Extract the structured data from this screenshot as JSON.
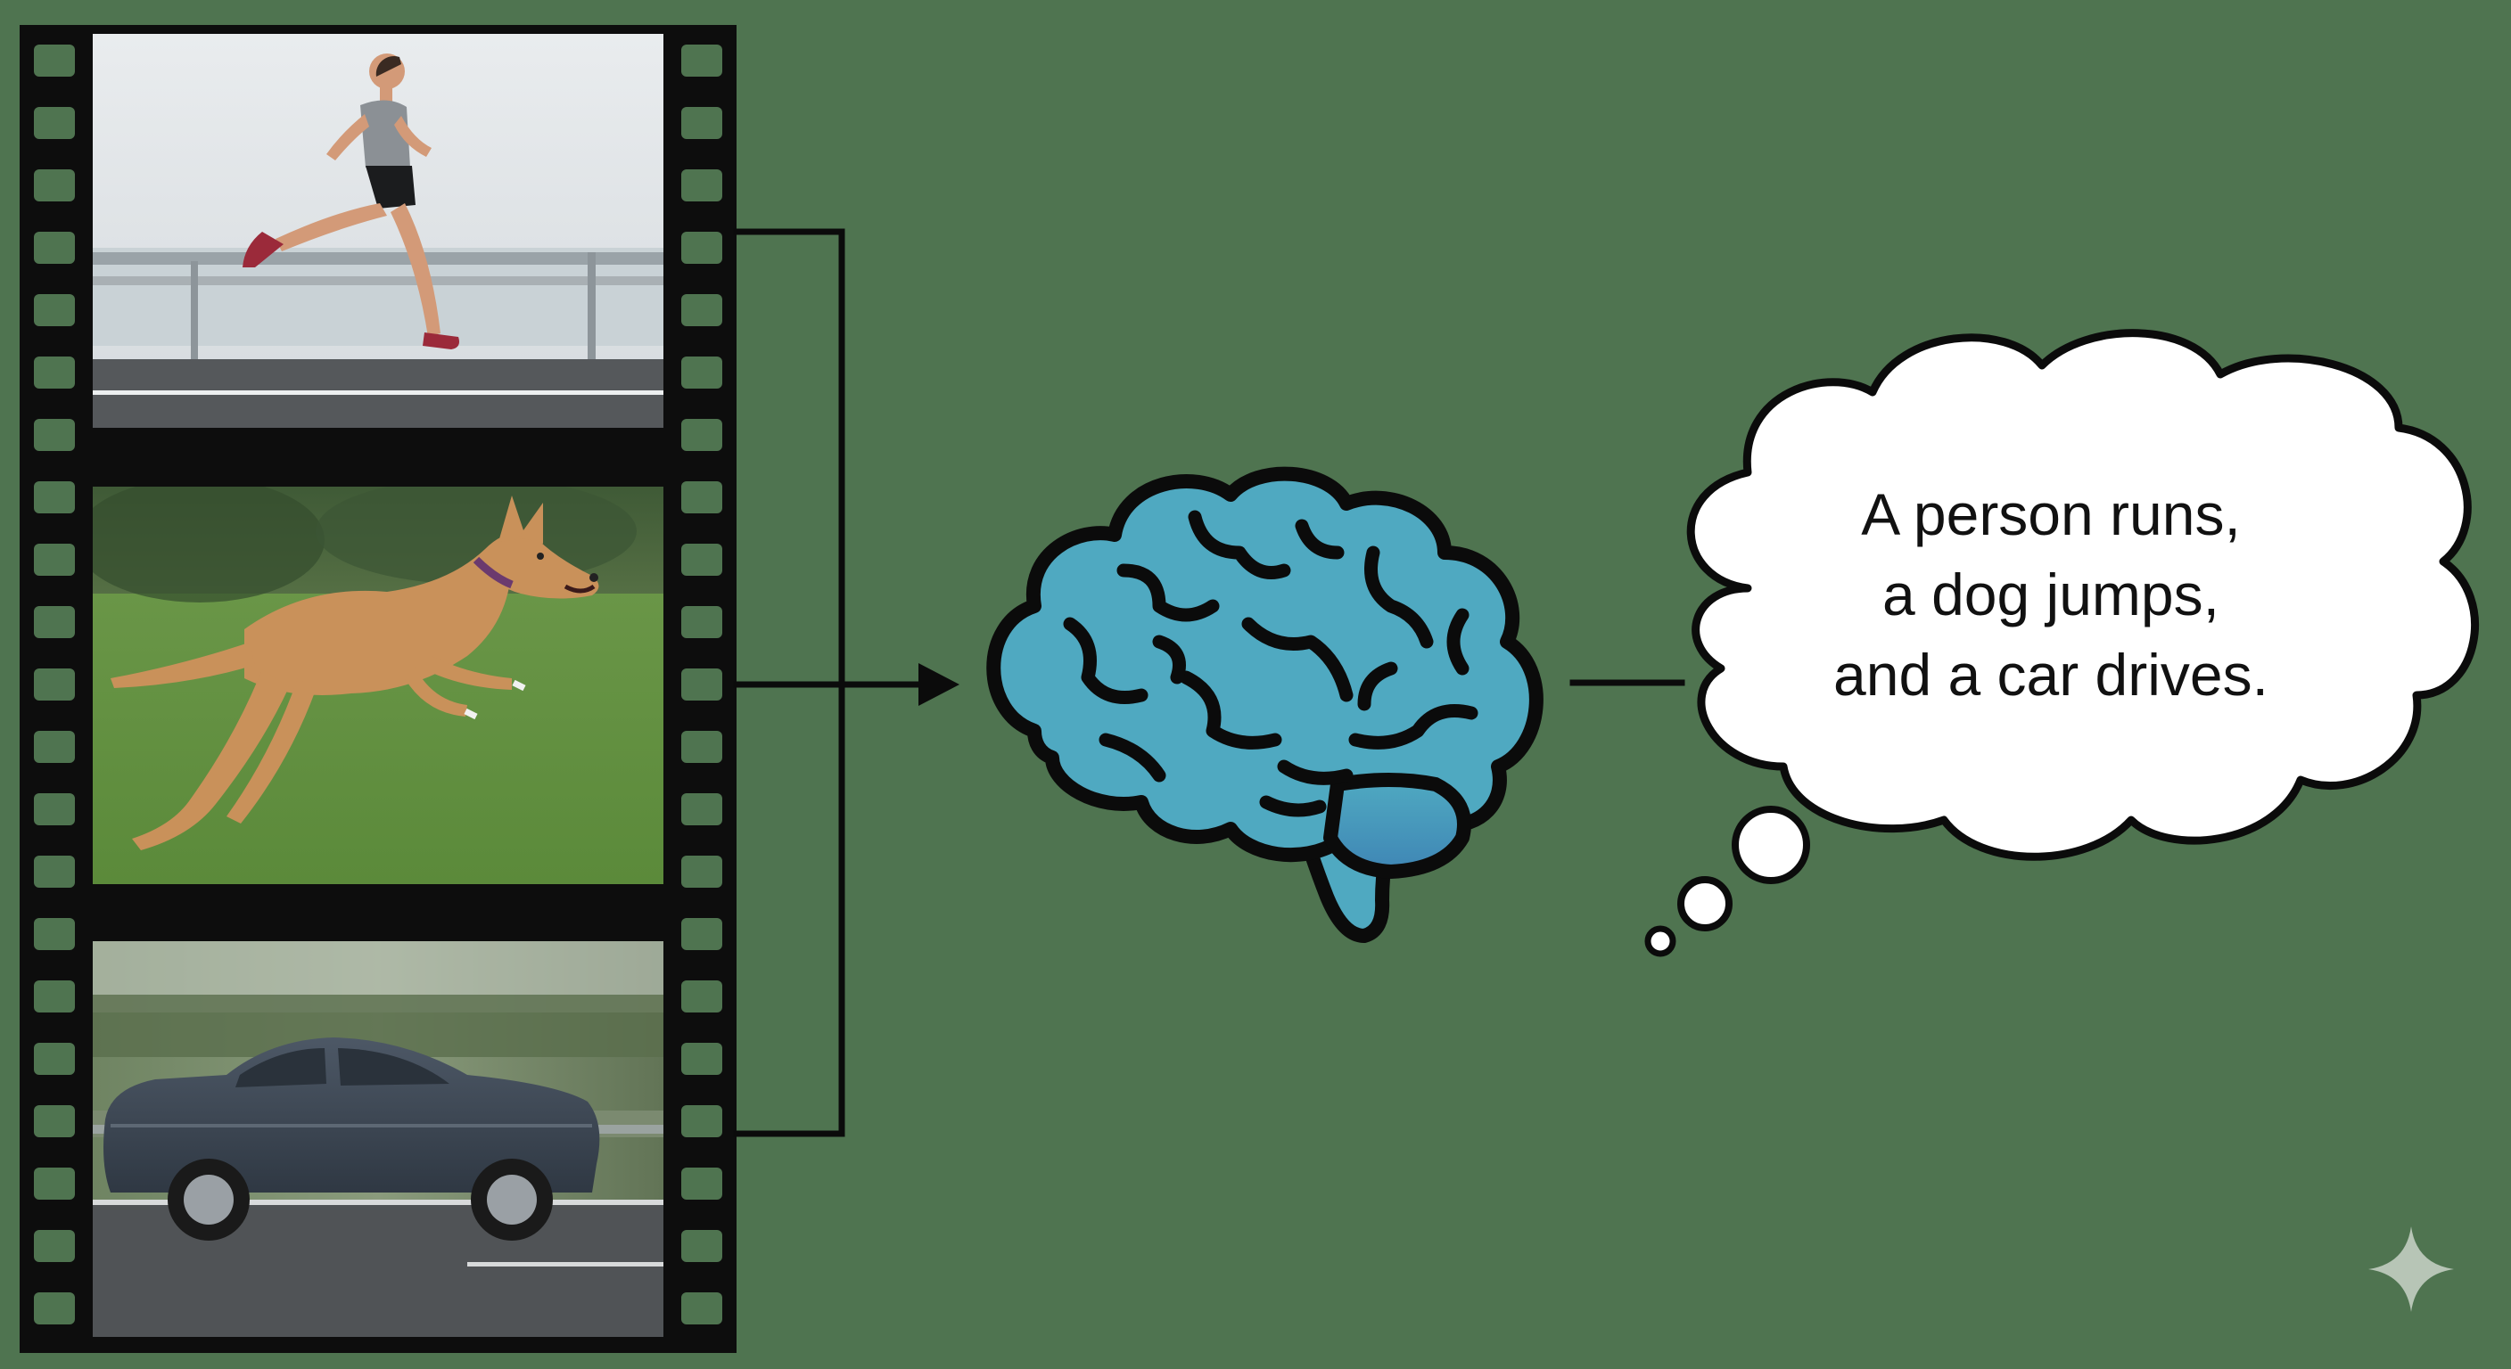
{
  "diagram": {
    "background_color": "#4f7450",
    "film_strip": {
      "frames": [
        {
          "subject": "person-running",
          "icon": "runner-photo"
        },
        {
          "subject": "dog-jumping",
          "icon": "dog-photo"
        },
        {
          "subject": "car-driving",
          "icon": "car-photo"
        }
      ]
    },
    "brain": {
      "icon": "brain-icon",
      "color": "#4fa9c1"
    },
    "thought_bubble": {
      "lines": [
        "A person runs,",
        "a dog jumps,",
        "and a car drives."
      ]
    },
    "corner_mark": {
      "icon": "sparkle-icon"
    }
  }
}
